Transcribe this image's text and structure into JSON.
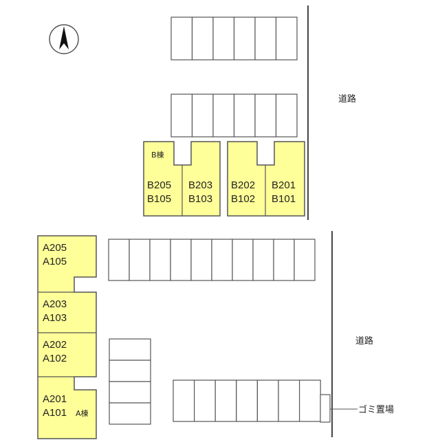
{
  "colors": {
    "building_fill": "#ffff99",
    "outline": "#555555",
    "road_line": "#444444"
  },
  "compass": {
    "icon": "north-arrow-icon"
  },
  "roads": [
    {
      "label": "道路"
    },
    {
      "label": "道路"
    }
  ],
  "building_b": {
    "name": "B棟",
    "units": [
      {
        "upper": "B205",
        "lower": "B105"
      },
      {
        "upper": "B203",
        "lower": "B103"
      },
      {
        "upper": "B202",
        "lower": "B102"
      },
      {
        "upper": "B201",
        "lower": "B101"
      }
    ]
  },
  "building_a": {
    "name": "A棟",
    "units": [
      {
        "upper": "A205",
        "lower": "A105"
      },
      {
        "upper": "A203",
        "lower": "A103"
      },
      {
        "upper": "A202",
        "lower": "A102"
      },
      {
        "upper": "A201",
        "lower": "A101"
      }
    ]
  },
  "garbage": {
    "label": "ゴミ置場"
  }
}
